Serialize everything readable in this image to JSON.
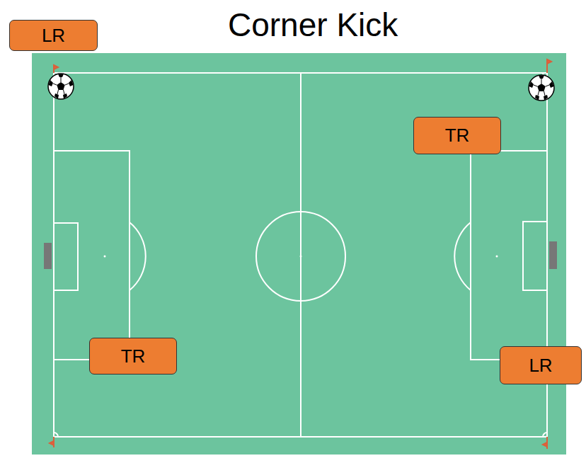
{
  "diagram": {
    "title": "Corner Kick",
    "nodes": [
      {
        "text": [
          "LR"
        ]
      },
      {
        "text": [
          "TR"
        ]
      },
      {
        "text": [
          "TR"
        ]
      },
      {
        "text": [
          "LR"
        ]
      }
    ]
  }
}
